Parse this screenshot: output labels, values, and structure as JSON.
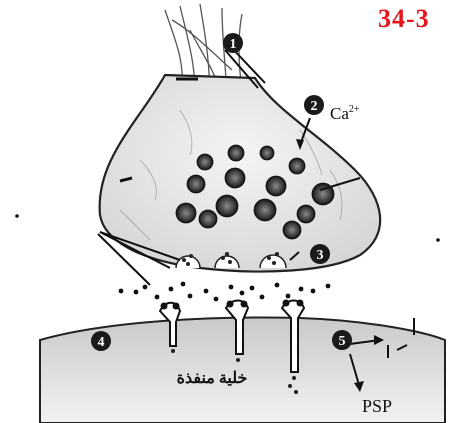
{
  "figure": {
    "number": "34-3",
    "number_color": "#e8141c"
  },
  "labels": {
    "calcium": "Ca",
    "calcium_charge": "2+",
    "cell_label": "خلية منفذة",
    "psp": "PSP"
  },
  "markers": [
    "1",
    "2",
    "3",
    "4",
    "5"
  ]
}
